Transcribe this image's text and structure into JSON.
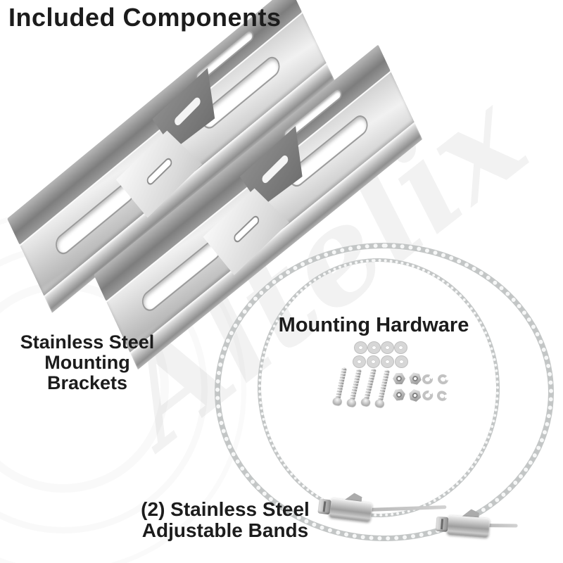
{
  "page": {
    "background": "#ffffff",
    "watermark_text": "Altelix"
  },
  "header": {
    "title": "Included Components"
  },
  "brackets": {
    "count": 2,
    "label_line1": "Stainless Steel",
    "label_line2": "Mounting Brackets"
  },
  "hardware": {
    "title": "Mounting Hardware",
    "washer_rows": 2,
    "washers_per_row": 4,
    "washers_total": 8,
    "bolts": 4,
    "hex_nuts": 4,
    "lock_washers": 4
  },
  "bands": {
    "count": 2,
    "label_line1": "(2) Stainless Steel",
    "label_line2": "Adjustable Bands"
  },
  "colors": {
    "text": "#1c1c1c",
    "metal_light": "#f2f2f2",
    "metal_mid": "#c6c6c6",
    "metal_dark": "#8a8a8a",
    "band_metal": "#c3c6c6",
    "watermark": "rgba(165,165,165,0.14)"
  }
}
